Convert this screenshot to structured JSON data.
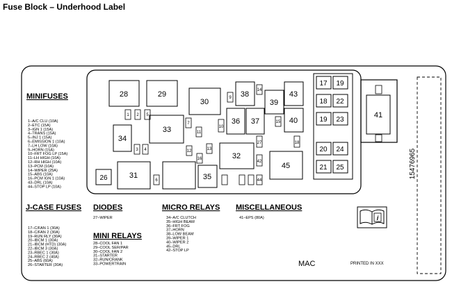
{
  "title": "Fuse Block – Underhood Label",
  "part_number": "15476965",
  "footer": {
    "mac": "MAC",
    "printed": "PRINTED IN XXX"
  },
  "sections": {
    "minifuses": {
      "heading": "MINIFUSES",
      "items": [
        "1–A/C CLU (10A)",
        "2–ETC (15A)",
        "3–IGN 1 (15A)",
        "4–TRANS (15A)",
        "5–INJ 1 (15A)",
        "6–EMISSION 1 (10A)",
        "7–LH LOW (10A)",
        "9–HORN (15A)",
        "10–FRT FOG LP (15A)",
        "11–LH HIGH (10A)",
        "12–RH HIGH (10A)",
        "13–PCM (10A)",
        "14–WIPER (25A)",
        "15–ABS (10A)",
        "16–PCM IGN 1 (10A)",
        "43–DRL (10A)",
        "44–STOP LP (10A)"
      ]
    },
    "jcase": {
      "heading": "J-CASE FUSES",
      "items": [
        "17–C/FAN 1 (30A)",
        "18–C/FAN 2 (30A)",
        "19–RUN RLY (30A)",
        "20–IBCM 1 (30A)",
        "21–IBCM (HTD) (30A)",
        "22–IBCM 3 (30A)",
        "23–RBEC 1 (30A)",
        "24–RBEC 2 (40A)",
        "25–ABS (60A)",
        "26–STARTER (30A)"
      ]
    },
    "diodes": {
      "heading": "DIODES",
      "items": [
        "27–WIPER"
      ]
    },
    "mini_relays": {
      "heading": "MINI RELAYS",
      "items": [
        "28–COOL FAN 1",
        "29–COOL SER/PAR",
        "30–COOL FAN 2",
        "31–STARTER",
        "32–RUN/CRANK",
        "33–POWERTRAIN"
      ]
    },
    "micro_relays": {
      "heading": "MICRO RELAYS",
      "items": [
        "34–A/C CLUTCH",
        "35–HIGH BEAM",
        "36–FRT FOG",
        "37–HORN",
        "38–LOW BEAM",
        "39–WIPER 1",
        "40–WIPER 2",
        "45–DRL",
        "42–STOP LP"
      ]
    },
    "misc": {
      "heading": "MISCELLANEOUS",
      "items": [
        "41–EPS (80A)"
      ]
    }
  },
  "boxes": {
    "n1": "1",
    "n2": "2",
    "n3": "3",
    "n4": "4",
    "n5": "5",
    "n6": "6",
    "n7": "7",
    "n9": "9",
    "n10": "10",
    "n11": "11",
    "n12": "12",
    "n13": "13",
    "n14": "14",
    "n15": "15",
    "n16": "16",
    "n17": "17",
    "n18": "18",
    "n19": "19",
    "n20": "20",
    "n21": "21",
    "n22": "22",
    "n23": "23",
    "n24": "24",
    "n25": "25",
    "n26": "26",
    "n27": "27",
    "n28": "28",
    "n29": "29",
    "n30": "30",
    "n31": "31",
    "n32": "32",
    "n33": "33",
    "n34": "34",
    "n35": "35",
    "n36": "36",
    "n37": "37",
    "n38": "38",
    "n39": "39",
    "n40": "40",
    "n41": "41",
    "n42": "42",
    "n43": "43",
    "n44": "44",
    "n45": "45"
  }
}
